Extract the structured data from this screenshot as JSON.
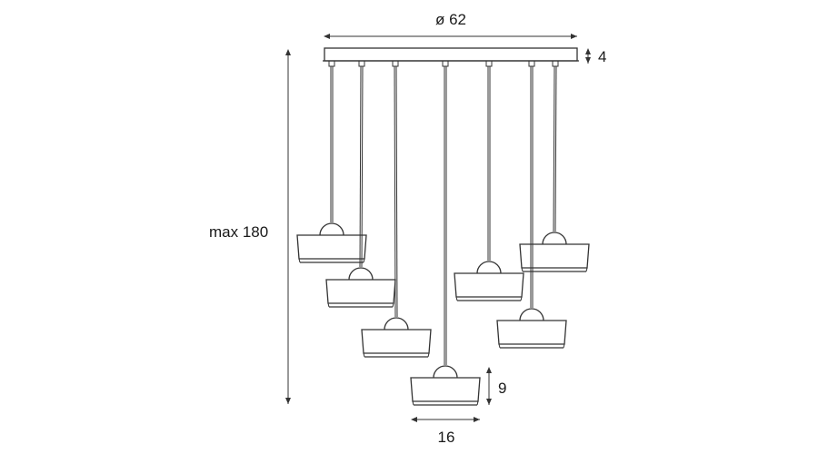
{
  "product": "pendant-lamp-7-shades",
  "dimensions": {
    "canopy_diameter": "ø 62",
    "canopy_height": "4",
    "total_height": "max 180",
    "shade_height": "9",
    "shade_width": "16"
  },
  "colors": {
    "line": "#333333",
    "text": "#1a1a1a",
    "background": "#ffffff"
  },
  "shade_count": 7
}
